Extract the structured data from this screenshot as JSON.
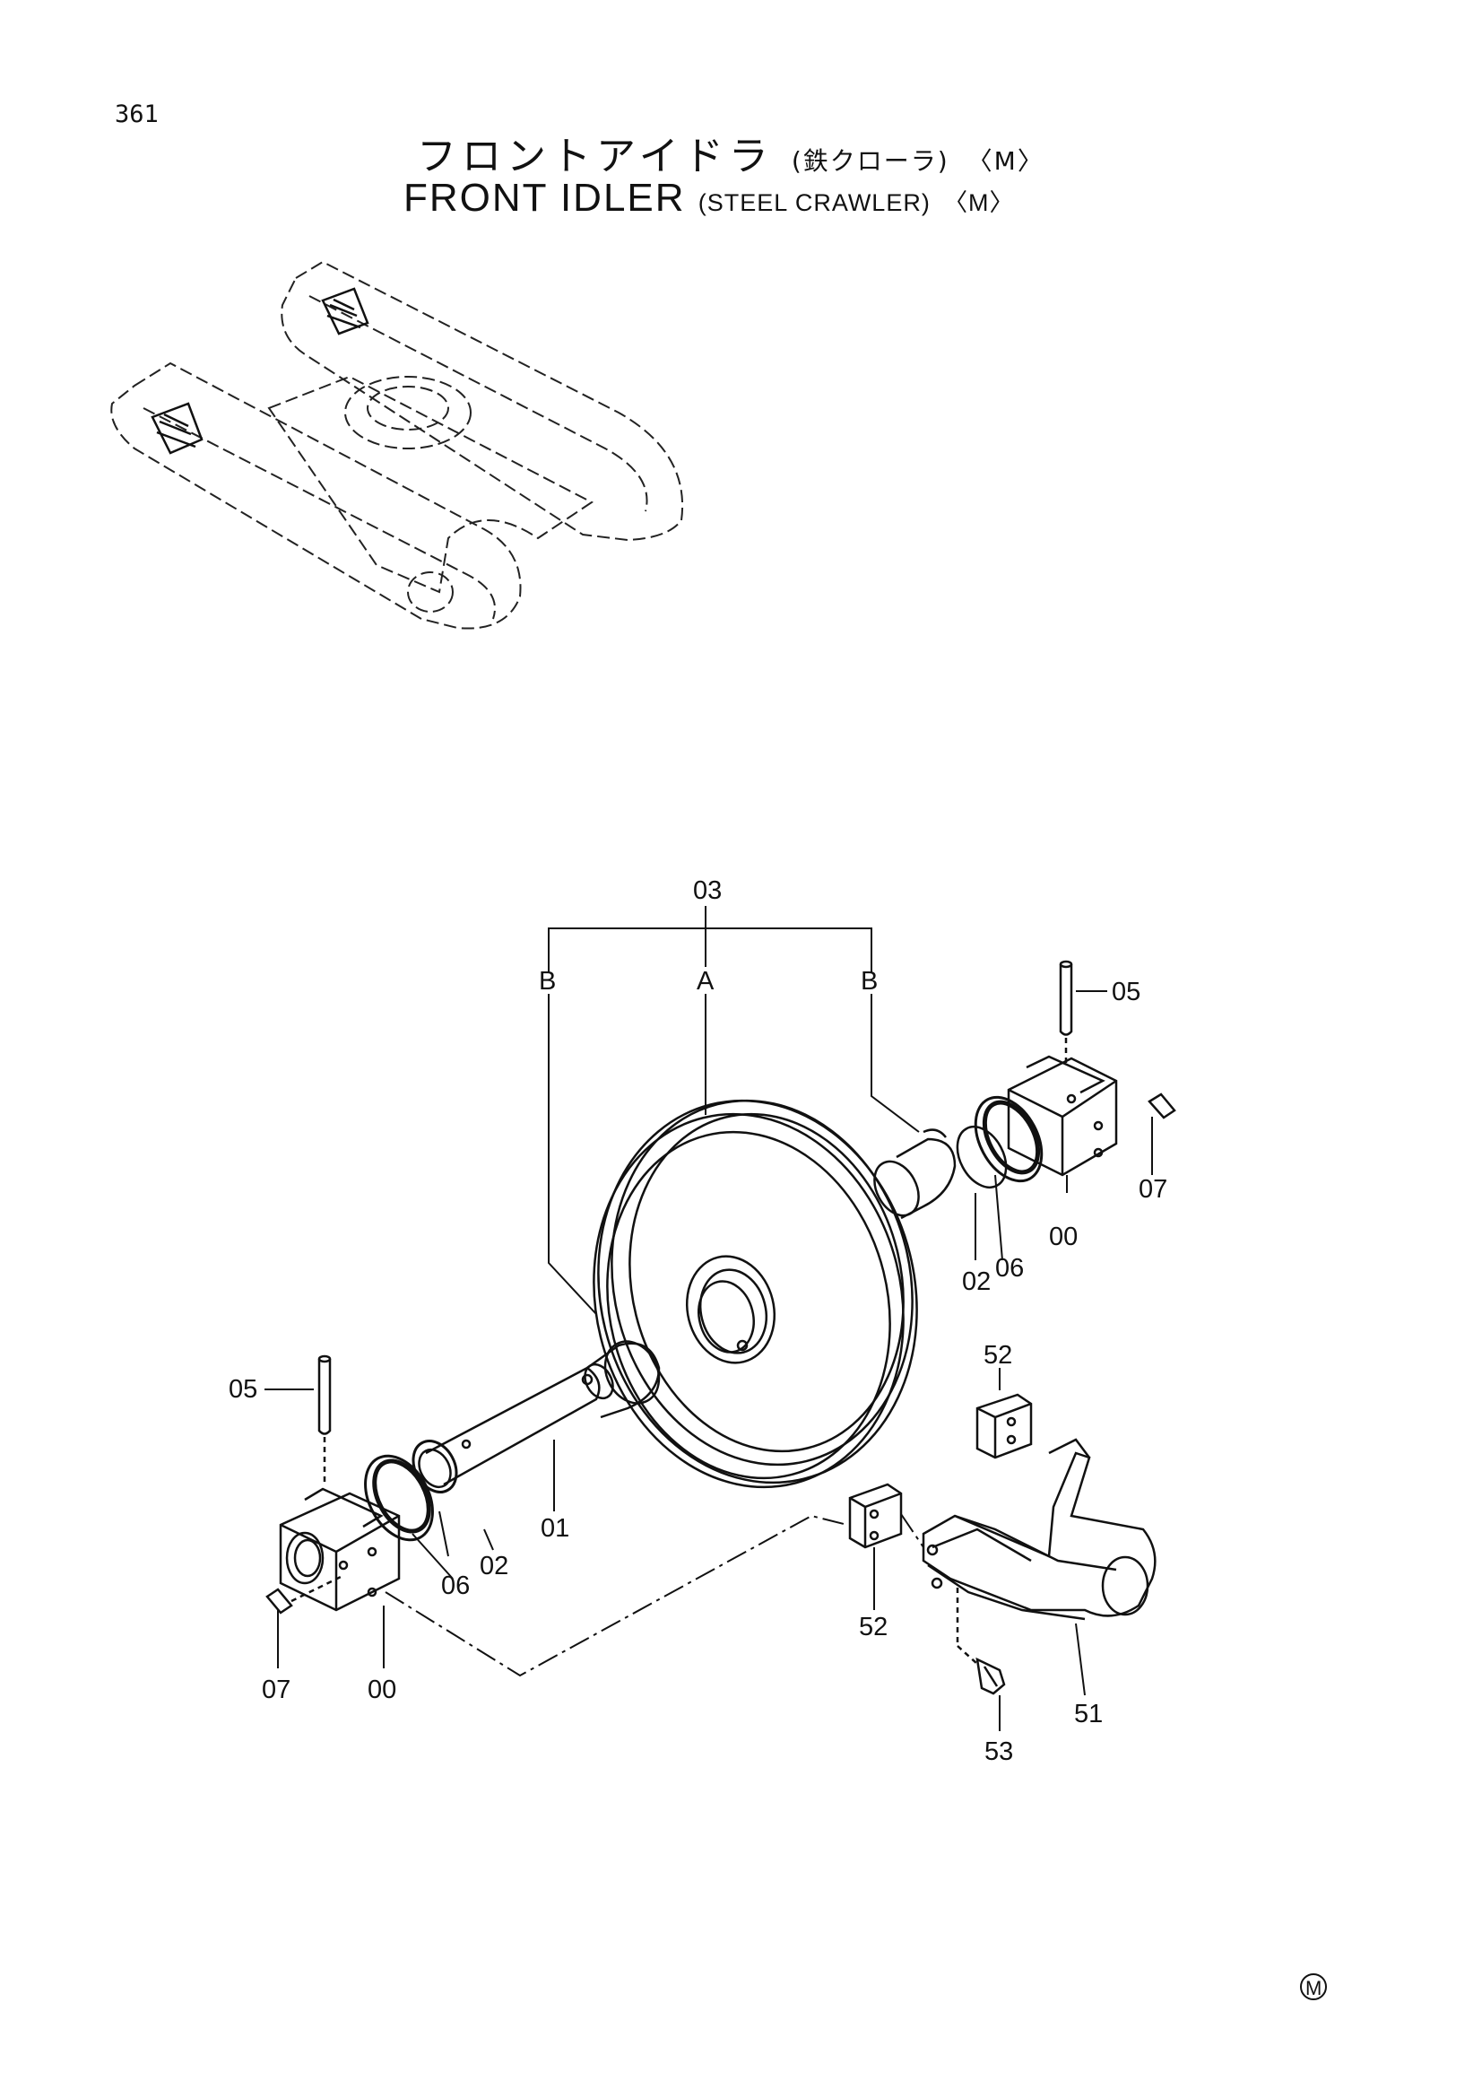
{
  "page_number": "361",
  "title_jp": "フロントアイドラ",
  "title_jp_sub": "(鉄クローラ)",
  "title_jp_variant": "〈M〉",
  "title_en": "FRONT IDLER",
  "title_en_sub": "(STEEL CRAWLER)",
  "title_en_variant": "〈M〉",
  "callouts": {
    "assembly": "03",
    "wheel": "A",
    "bushing_left": "B",
    "bushing_right": "B",
    "pin_left": "05",
    "pin_right": "05",
    "plug_left": "07",
    "plug_right": "07",
    "bracket_left": "00",
    "bracket_right": "00",
    "o_ring_left": "02",
    "o_ring_right": "02",
    "seal_left": "06",
    "seal_right": "06",
    "shaft": "01",
    "plate_upper": "52",
    "plate_lower": "52",
    "yoke": "51",
    "bolt": "53"
  },
  "corner_mark": "M"
}
